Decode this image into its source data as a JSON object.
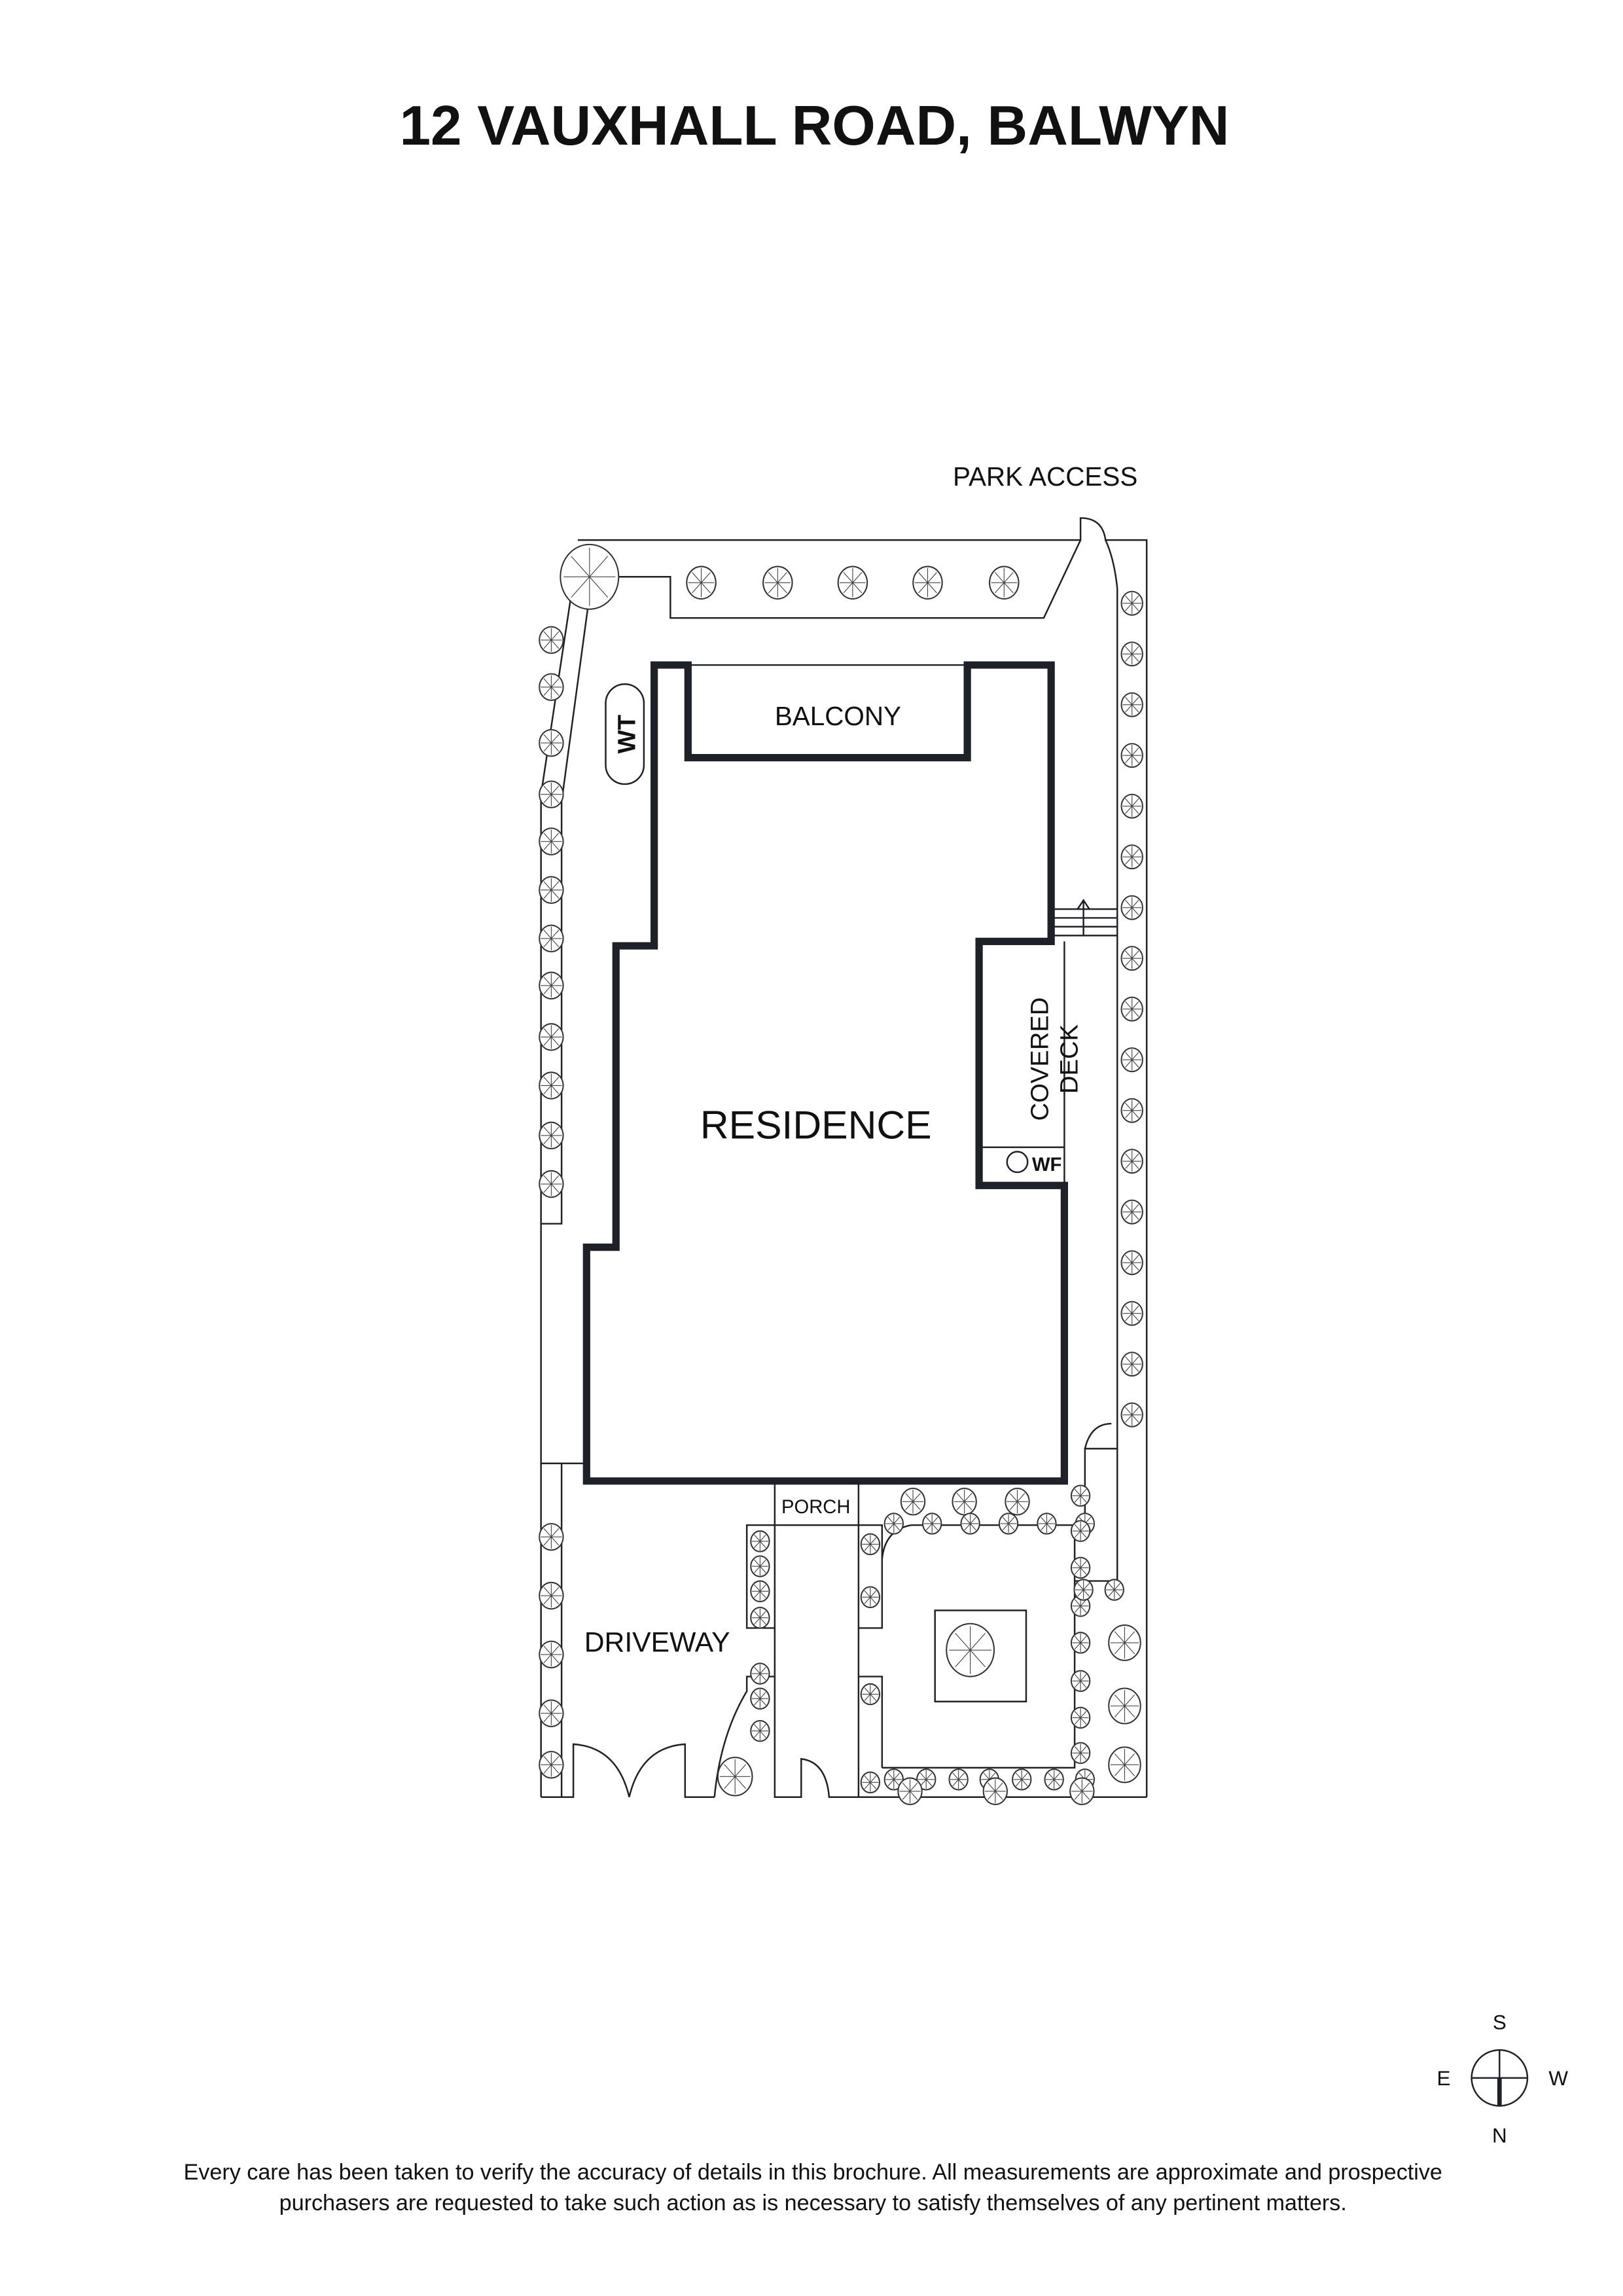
{
  "title": "12 VAUXHALL ROAD, BALWYN",
  "labels": {
    "park_access": "PARK ACCESS",
    "balcony": "BALCONY",
    "wt": "WT",
    "residence": "RESIDENCE",
    "covered_deck_line1": "COVERED",
    "covered_deck_line2": "DECK",
    "wf": "WF",
    "porch": "PORCH",
    "driveway": "DRIVEWAY"
  },
  "compass": {
    "s": "S",
    "e": "E",
    "w": "W",
    "n": "N"
  },
  "disclaimer_line1": "Every care has been taken to verify the accuracy of details in this brochure. All measurements are approximate and prospective",
  "disclaimer_line2": "purchasers are requested to take such action as is necessary to satisfy themselves of any pertinent matters.",
  "colors": {
    "ink": "#1e2228"
  }
}
